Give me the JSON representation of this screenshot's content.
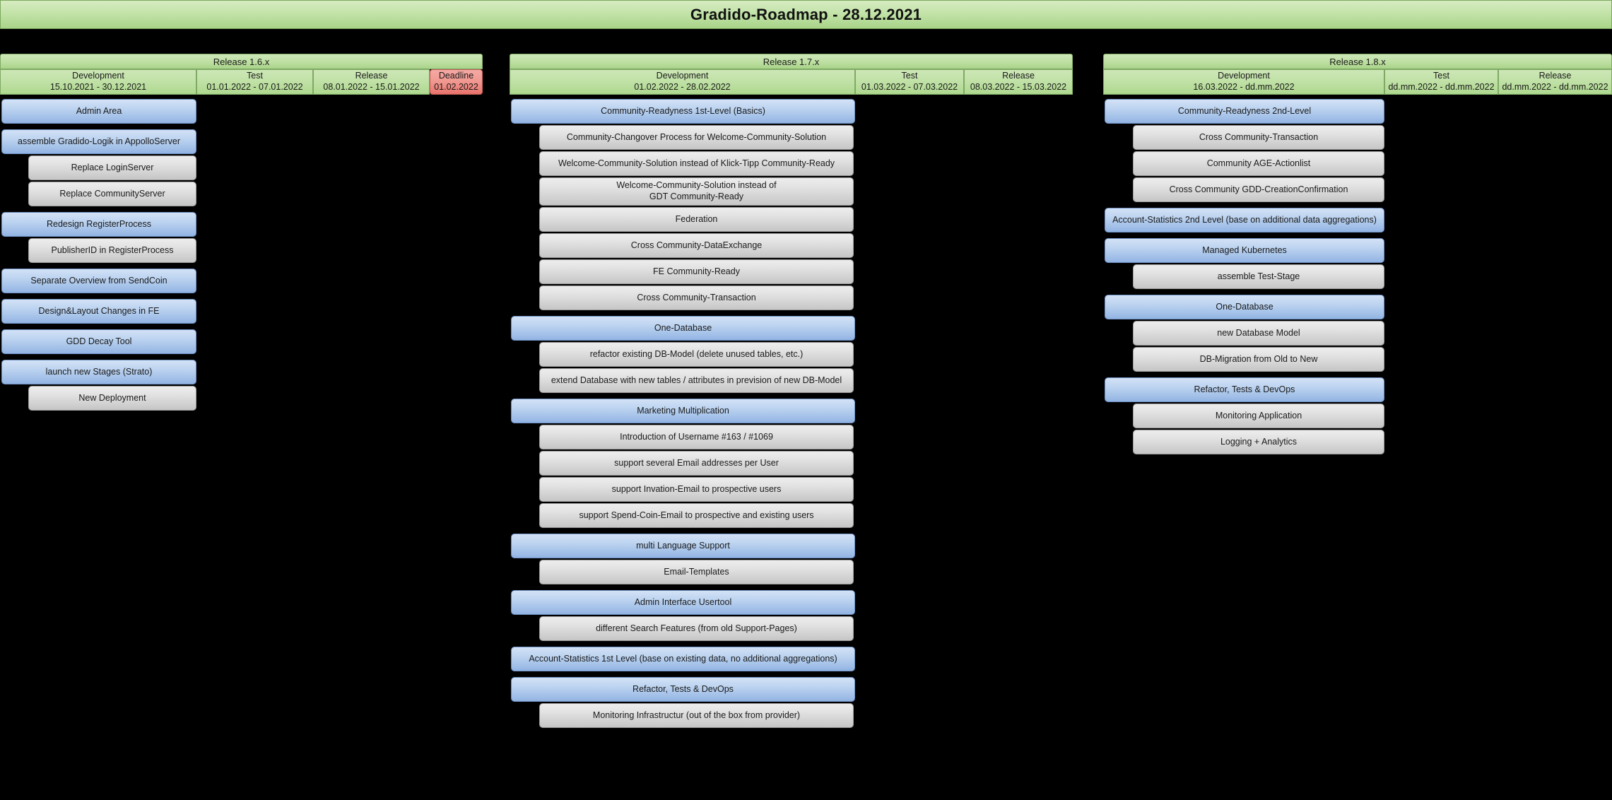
{
  "title": "Gradido-Roadmap - 28.12.2021",
  "columns": [
    {
      "id": "release-1-6-x",
      "release_label": "Release 1.6.x",
      "phases": [
        {
          "name": "Development",
          "dates": "15.10.2021 - 30.12.2021",
          "kind": "normal"
        },
        {
          "name": "Test",
          "dates": "01.01.2022 - 07.01.2022",
          "kind": "normal"
        },
        {
          "name": "Release",
          "dates": "08.01.2022 - 15.01.2022",
          "kind": "normal"
        },
        {
          "name": "Deadline",
          "dates": "01.02.2022",
          "kind": "deadline"
        }
      ],
      "groups": [
        {
          "epic": "Admin Area",
          "subs": []
        },
        {
          "epic": "assemble Gradido-Logik in AppolloServer",
          "subs": [
            "Replace LoginServer",
            "Replace CommunityServer"
          ]
        },
        {
          "epic": "Redesign RegisterProcess",
          "subs": [
            "PublisherID in RegisterProcess"
          ]
        },
        {
          "epic": "Separate Overview from SendCoin",
          "subs": []
        },
        {
          "epic": "Design&Layout Changes in FE",
          "subs": []
        },
        {
          "epic": "GDD Decay Tool",
          "subs": []
        },
        {
          "epic": "launch new Stages (Strato)",
          "subs": [
            "New Deployment"
          ]
        }
      ]
    },
    {
      "id": "release-1-7-x",
      "release_label": "Release 1.7.x",
      "phases": [
        {
          "name": "Development",
          "dates": "01.02.2022 - 28.02.2022",
          "kind": "normal"
        },
        {
          "name": "Test",
          "dates": "01.03.2022 - 07.03.2022",
          "kind": "normal"
        },
        {
          "name": "Release",
          "dates": "08.03.2022 - 15.03.2022",
          "kind": "normal"
        }
      ],
      "groups": [
        {
          "epic": "Community-Readyness 1st-Level (Basics)",
          "subs": [
            "Community-Changover Process for Welcome-Community-Solution",
            "Welcome-Community-Solution instead of Klick-Tipp Community-Ready",
            "Welcome-Community-Solution instead of\nGDT Community-Ready",
            "Federation",
            "Cross Community-DataExchange",
            "FE Community-Ready",
            "Cross Community-Transaction"
          ]
        },
        {
          "epic": "One-Database",
          "subs": [
            "refactor existing DB-Model (delete unused tables, etc.)",
            "extend Database with new tables / attributes in prevision of new DB-Model"
          ]
        },
        {
          "epic": "Marketing Multiplication",
          "subs": [
            "Introduction of Username #163 / #1069",
            "support several Email addresses per User",
            "support Invation-Email to prospective users",
            "support Spend-Coin-Email to prospective and existing users"
          ]
        },
        {
          "epic": "multi Language Support",
          "subs": [
            "Email-Templates"
          ]
        },
        {
          "epic": "Admin Interface Usertool",
          "subs": [
            "different Search Features (from old Support-Pages)"
          ]
        },
        {
          "epic": "Account-Statistics 1st Level (base on existing data, no additional aggregations)",
          "subs": []
        },
        {
          "epic": "Refactor, Tests & DevOps",
          "subs": [
            "Monitoring Infrastructur (out of the box from provider)"
          ]
        }
      ]
    },
    {
      "id": "release-1-8-x",
      "release_label": "Release 1.8.x",
      "phases": [
        {
          "name": "Development",
          "dates": "16.03.2022 - dd.mm.2022",
          "kind": "normal"
        },
        {
          "name": "Test",
          "dates": "dd.mm.2022 - dd.mm.2022",
          "kind": "normal"
        },
        {
          "name": "Release",
          "dates": "dd.mm.2022 - dd.mm.2022",
          "kind": "normal"
        }
      ],
      "groups": [
        {
          "epic": "Community-Readyness 2nd-Level",
          "subs": [
            "Cross Community-Transaction",
            "Community AGE-Actionlist",
            "Cross Community GDD-CreationConfirmation"
          ]
        },
        {
          "epic": "Account-Statistics 2nd Level (base on additional data aggregations)",
          "subs": []
        },
        {
          "epic": "Managed Kubernetes",
          "subs": [
            "assemble Test-Stage"
          ]
        },
        {
          "epic": "One-Database",
          "subs": [
            "new Database Model",
            "DB-Migration from Old to New"
          ]
        },
        {
          "epic": "Refactor, Tests & DevOps",
          "subs": [
            "Monitoring Application",
            "Logging + Analytics"
          ]
        }
      ]
    }
  ],
  "colors": {
    "background": "#000000",
    "header_green": "#aed88e",
    "deadline_red": "#ef8781",
    "epic_blue": "#9cbce6",
    "sub_gray": "#dcdcdc"
  }
}
